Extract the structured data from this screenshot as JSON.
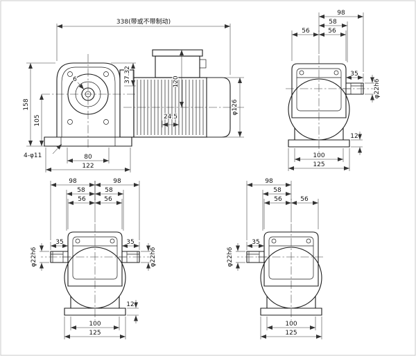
{
  "side_view": {
    "dim_overall": "338(带或不带制动)",
    "dim_height_total": "158",
    "dim_height_axis": "105",
    "dim_foot_holes": "4-φ11",
    "dim_foot_pitch": "80",
    "dim_foot_width": "122",
    "dim_24_5": "24.5",
    "dim_37_32": "37.32",
    "dim_120": "120",
    "dim_motor_dia": "φ126",
    "dim_6": "6"
  },
  "front_right_shaft": {
    "dim_98": "98",
    "dim_58": "58",
    "dim_56_left": "56",
    "dim_56_right": "56",
    "dim_35": "35",
    "dim_shaft": "φ22h6",
    "dim_12": "12",
    "dim_100": "100",
    "dim_125": "125"
  },
  "front_double_shaft": {
    "dim_98_left": "98",
    "dim_98_right": "98",
    "dim_58_left": "58",
    "dim_58_right": "58",
    "dim_56_left": "56",
    "dim_56_right": "56",
    "dim_35_left": "35",
    "dim_35_right": "35",
    "dim_shaft_left": "φ22h6",
    "dim_shaft_right": "φ22h6",
    "dim_12": "12",
    "dim_100": "100",
    "dim_125": "125"
  },
  "front_left_shaft": {
    "dim_98": "98",
    "dim_58": "58",
    "dim_56_left": "56",
    "dim_56_right": "56",
    "dim_35": "35",
    "dim_shaft": "φ22h6",
    "dim_100": "100",
    "dim_125": "125"
  }
}
